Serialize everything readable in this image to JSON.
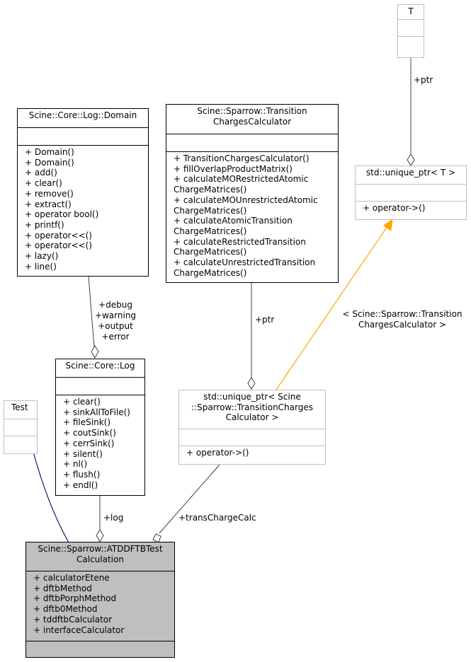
{
  "classes": {
    "template_param": {
      "title": "T",
      "attributes": [],
      "operations": []
    },
    "log_domain": {
      "title": "Scine::Core::Log::Domain",
      "attributes": [],
      "operations": [
        "+ Domain()",
        "+ Domain()",
        "+ add()",
        "+ clear()",
        "+ remove()",
        "+ extract()",
        "+ operator bool()",
        "+ printf()",
        "+ operator<<()",
        "+ operator<<()",
        "+ lazy()",
        "+ line()"
      ]
    },
    "transition_calc": {
      "title": "Scine::Sparrow::Transition\nChargesCalculator",
      "attributes": [],
      "operations": [
        "+ TransitionChargesCalculator()",
        "+ fillOverlapProductMatrix()",
        "+ calculateMORestrictedAtomic",
        "ChargeMatrices()",
        "+ calculateMOUnrestrictedAtomic",
        "ChargeMatrices()",
        "+ calculateAtomicTransition",
        "ChargeMatrices()",
        "+ calculateRestrictedTransition",
        "ChargeMatrices()",
        "+ calculateUnrestrictedTransition",
        "ChargeMatrices()"
      ]
    },
    "unique_ptr_t": {
      "title": "std::unique_ptr< T >",
      "attributes": [],
      "operations": [
        "+ operator->()"
      ]
    },
    "test": {
      "title": "Test",
      "attributes": [],
      "operations": []
    },
    "core_log": {
      "title": "Scine::Core::Log",
      "attributes": [],
      "operations": [
        "+ clear()",
        "+ sinkAllToFile()",
        "+ fileSink()",
        "+ coutSink()",
        "+ cerrSink()",
        "+ silent()",
        "+ nl()",
        "+ flush()",
        "+ endl()"
      ]
    },
    "unique_ptr_tcc": {
      "title": "std::unique_ptr< Scine\n::Sparrow::TransitionCharges\nCalculator >",
      "attributes": [],
      "operations": [
        "+ operator->()"
      ]
    },
    "atddftb_test": {
      "title": "Scine::Sparrow::ATDDFTBTest\nCalculation",
      "attributes": [
        "+ calculatorEtene",
        "+ dftbMethod",
        "+ dftbPorphMethod",
        "+ dftb0Method",
        "+ tddftbCalculator",
        "+ interfaceCalculator"
      ],
      "operations": []
    }
  },
  "edge_labels": {
    "ptr_top": "+ptr",
    "domain_roles": [
      "+debug",
      "+warning",
      "+output",
      "+error"
    ],
    "ptr_mid": "+ptr",
    "template_binding": [
      "< Scine::Sparrow::Transition",
      "ChargesCalculator >"
    ],
    "log_member": "+log",
    "trans_member": "+transChargeCalc"
  },
  "colors": {
    "inheritance": "#191970",
    "template_instantiation": "#ffa500",
    "composition": "#404040",
    "focus_fill": "#bfbfbf",
    "grey_border": "#bfbfbf"
  }
}
